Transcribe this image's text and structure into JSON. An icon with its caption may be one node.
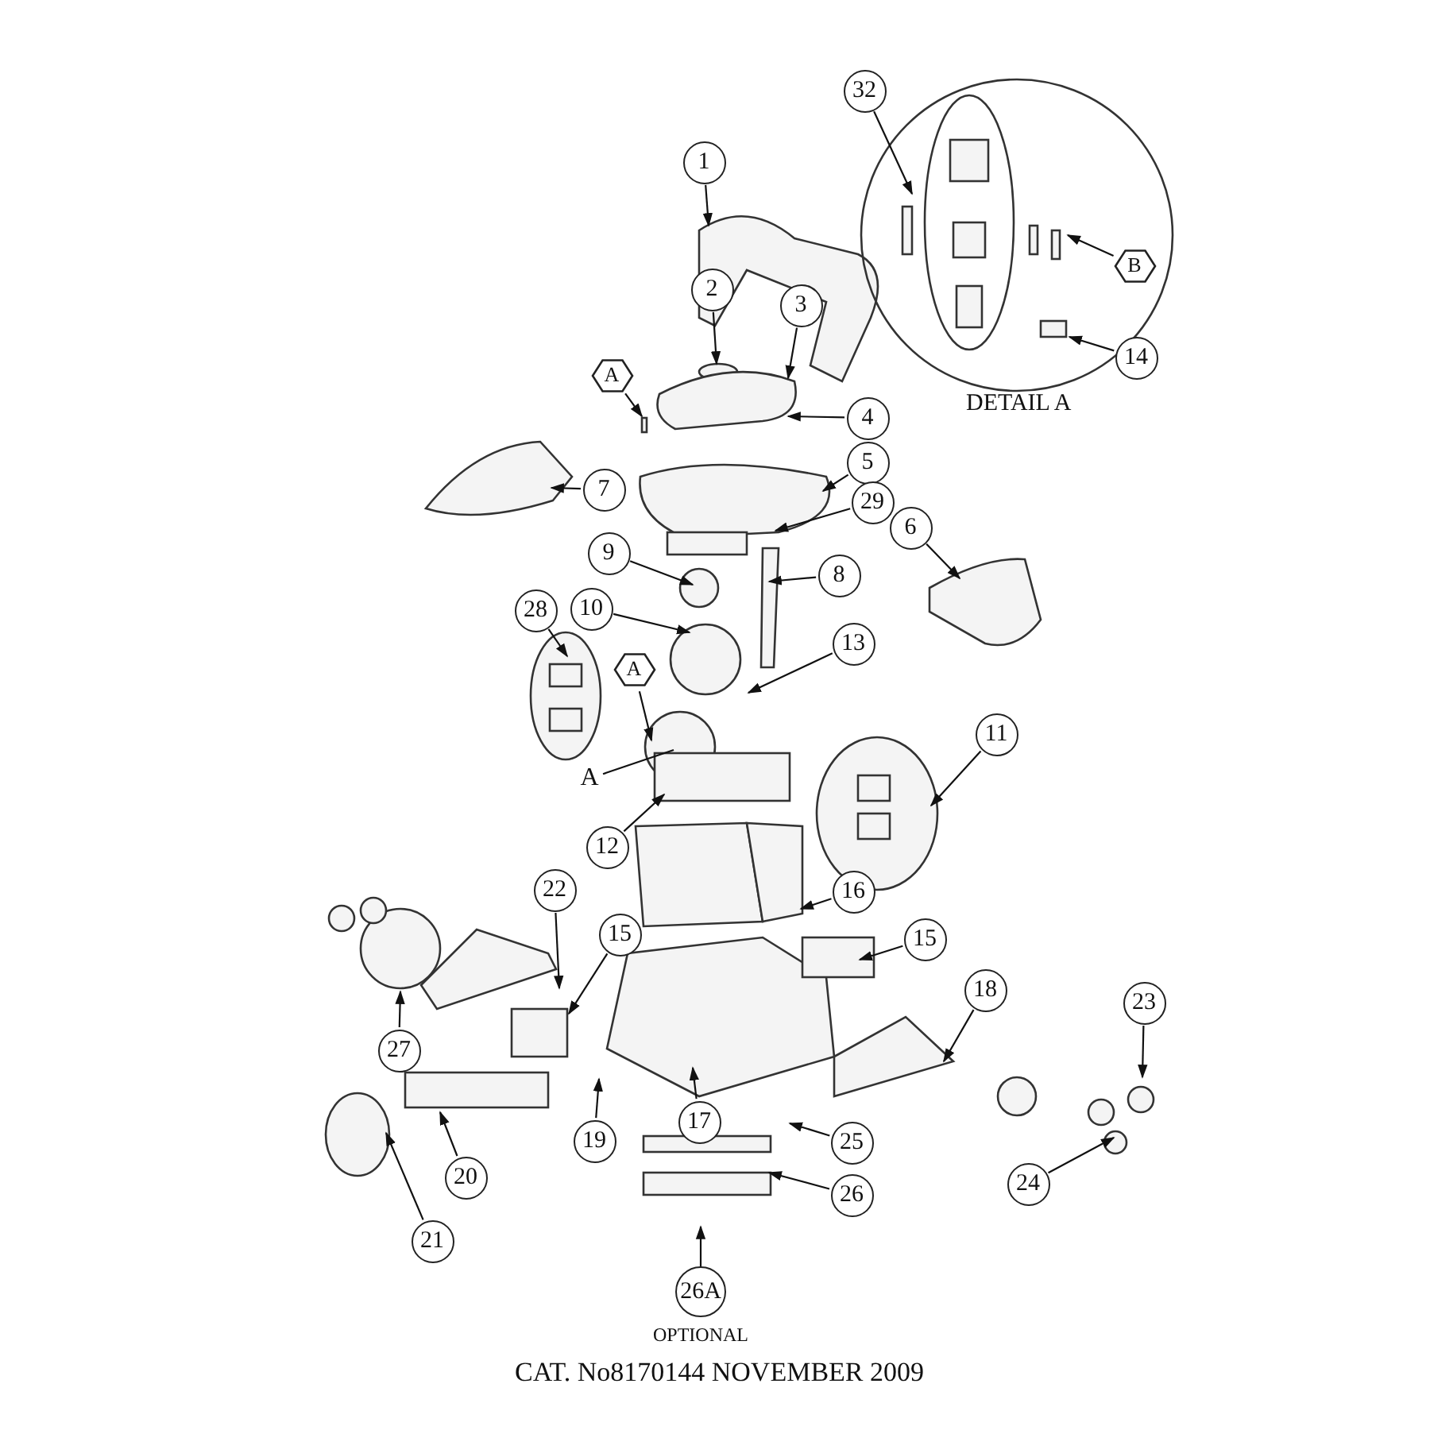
{
  "diagram": {
    "nodes": [
      {
        "text": [
          "32"
        ]
      },
      {
        "text": [
          "1"
        ]
      },
      {
        "text": [
          "B"
        ]
      },
      {
        "text": [
          "2"
        ]
      },
      {
        "text": [
          "3"
        ]
      },
      {
        "text": [
          "14"
        ]
      },
      {
        "text": [
          "A"
        ]
      },
      {
        "text": [
          "4"
        ]
      },
      {
        "text": [
          "5"
        ]
      },
      {
        "text": [
          "7"
        ]
      },
      {
        "text": [
          "29"
        ]
      },
      {
        "text": [
          "6"
        ]
      },
      {
        "text": [
          "9"
        ]
      },
      {
        "text": [
          "8"
        ]
      },
      {
        "text": [
          "28"
        ]
      },
      {
        "text": [
          "10"
        ]
      },
      {
        "text": [
          "13"
        ]
      },
      {
        "text": [
          "A"
        ]
      },
      {
        "text": [
          "A"
        ]
      },
      {
        "text": [
          "11"
        ]
      },
      {
        "text": [
          "12"
        ]
      },
      {
        "text": [
          "16"
        ]
      },
      {
        "text": [
          "22"
        ]
      },
      {
        "text": [
          "15"
        ]
      },
      {
        "text": [
          "15"
        ]
      },
      {
        "text": [
          "18"
        ]
      },
      {
        "text": [
          "23"
        ]
      },
      {
        "text": [
          "27"
        ]
      },
      {
        "text": [
          "17"
        ]
      },
      {
        "text": [
          "19"
        ]
      },
      {
        "text": [
          "25"
        ]
      },
      {
        "text": [
          "20"
        ]
      },
      {
        "text": [
          "26"
        ]
      },
      {
        "text": [
          "24"
        ]
      },
      {
        "text": [
          "21"
        ]
      },
      {
        "text": [
          "26A"
        ],
        "beside": [
          "OPTIONAL"
        ]
      }
    ],
    "edges": [
      {
        "from": 0,
        "to": null,
        "arrow": "to"
      },
      {
        "from": 1,
        "to": null,
        "arrow": "to"
      },
      {
        "from": 2,
        "to": null,
        "arrow": "to"
      },
      {
        "from": 3,
        "to": null,
        "arrow": "to"
      },
      {
        "from": 4,
        "to": null,
        "arrow": "to"
      },
      {
        "from": 5,
        "to": null,
        "arrow": "to"
      },
      {
        "from": 6,
        "to": null,
        "arrow": "to"
      },
      {
        "from": 7,
        "to": null,
        "arrow": "to"
      },
      {
        "from": 8,
        "to": null,
        "arrow": "to"
      },
      {
        "from": 9,
        "to": null,
        "arrow": "to"
      },
      {
        "from": 10,
        "to": null,
        "arrow": "to"
      },
      {
        "from": 11,
        "to": null,
        "arrow": "to"
      },
      {
        "from": 12,
        "to": null,
        "arrow": "to"
      },
      {
        "from": 13,
        "to": null,
        "arrow": "to"
      },
      {
        "from": 14,
        "to": null,
        "arrow": "to"
      },
      {
        "from": 15,
        "to": null,
        "arrow": "to"
      },
      {
        "from": 16,
        "to": null,
        "arrow": "to"
      },
      {
        "from": 17,
        "to": null,
        "arrow": "to"
      },
      {
        "from": 18,
        "to": null,
        "arrow": "none"
      },
      {
        "from": 19,
        "to": null,
        "arrow": "to"
      },
      {
        "from": 20,
        "to": null,
        "arrow": "to"
      },
      {
        "from": 21,
        "to": null,
        "arrow": "to"
      },
      {
        "from": 22,
        "to": null,
        "arrow": "to"
      },
      {
        "from": 23,
        "to": null,
        "arrow": "to"
      },
      {
        "from": 24,
        "to": null,
        "arrow": "to"
      },
      {
        "from": 25,
        "to": null,
        "arrow": "to"
      },
      {
        "from": 26,
        "to": null,
        "arrow": "to"
      },
      {
        "from": 27,
        "to": null,
        "arrow": "to"
      },
      {
        "from": 28,
        "to": null,
        "arrow": "to"
      },
      {
        "from": 29,
        "to": null,
        "arrow": "to"
      },
      {
        "from": 30,
        "to": null,
        "arrow": "to"
      },
      {
        "from": 31,
        "to": null,
        "arrow": "to"
      },
      {
        "from": 32,
        "to": null,
        "arrow": "to"
      },
      {
        "from": 33,
        "to": null,
        "arrow": "to"
      },
      {
        "from": 34,
        "to": null,
        "arrow": "to"
      },
      {
        "from": 35,
        "to": null,
        "arrow": "to"
      }
    ],
    "labels": [
      "DETAIL A",
      "CAT. No8170144 NOVEMBER 2009"
    ]
  }
}
